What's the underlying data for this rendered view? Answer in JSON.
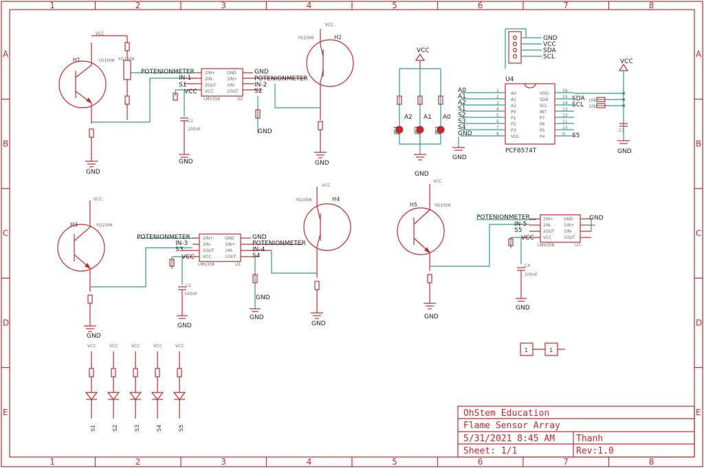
{
  "frame": {
    "cols": [
      "1",
      "2",
      "3",
      "4",
      "5",
      "6",
      "7",
      "8"
    ],
    "rows": [
      "A",
      "B",
      "C",
      "D",
      "E"
    ]
  },
  "title_block": {
    "company": "OhStem Education",
    "title": "Flame Sensor Array",
    "date": "5/31/2021 8:45 AM",
    "author": "Thanh",
    "sheet": "Sheet: 1/1",
    "rev": "Rev:1.0"
  },
  "labels": {
    "vcc": "VCC",
    "gnd": "GND",
    "yg": "YG1006",
    "potentiometer": "POTENIONMETER",
    "lmv": "LMV358",
    "c100": "100nF",
    "k10": "10k"
  },
  "transistors": [
    "H1",
    "H2",
    "H3",
    "H4",
    "H5"
  ],
  "opamps": [
    "U2",
    "U1",
    "U3"
  ],
  "comparator_pins": {
    "left": [
      "2IN+",
      "2IN-",
      "2OUT",
      "VCC"
    ],
    "right": [
      "GND",
      "1IN+",
      "1IN-",
      "1OUT"
    ]
  },
  "nets_u2": {
    "in_left": "IN-1",
    "s_left": "S1",
    "in_right": "IN-2",
    "s_right": "S2"
  },
  "nets_u1": {
    "in_left": "IN-3",
    "s_left": "S3",
    "in_right": "IN-4",
    "s_right": "S4"
  },
  "nets_u3": {
    "in_left": "IN-5",
    "s_left": "S5"
  },
  "caps": [
    "C1",
    "C2",
    "C4",
    "C3"
  ],
  "jumpers": [
    "JP4",
    "JP3",
    "JP2"
  ],
  "addr": [
    "A2",
    "A1",
    "A0"
  ],
  "pcf": {
    "name": "U4",
    "part": "PCF8574T",
    "left_pins": [
      "A0",
      "A1",
      "A2",
      "P0",
      "P1",
      "P2",
      "P3",
      "VSS"
    ],
    "left_nums": [
      "1",
      "2",
      "3",
      "4",
      "5",
      "6",
      "7",
      "8"
    ],
    "right_pins": [
      "VDD",
      "SDA",
      "SCL",
      "INT",
      "P7",
      "P6",
      "P5",
      "P4"
    ],
    "right_nums": [
      "16",
      "15",
      "14",
      "13",
      "12",
      "11",
      "10",
      "9"
    ],
    "left_nets": [
      "A0",
      "A1",
      "A2",
      "S1",
      "S2",
      "S3",
      "S4",
      "GND"
    ],
    "right_nets": [
      "",
      "SDA",
      "SCL",
      "",
      "",
      "",
      "",
      "S5"
    ]
  },
  "connector": [
    "GND",
    "VCC",
    "SDA",
    "SCL"
  ],
  "leds": [
    "S1",
    "S2",
    "S3",
    "S4",
    "S5"
  ],
  "pads": [
    "1",
    "1"
  ]
}
